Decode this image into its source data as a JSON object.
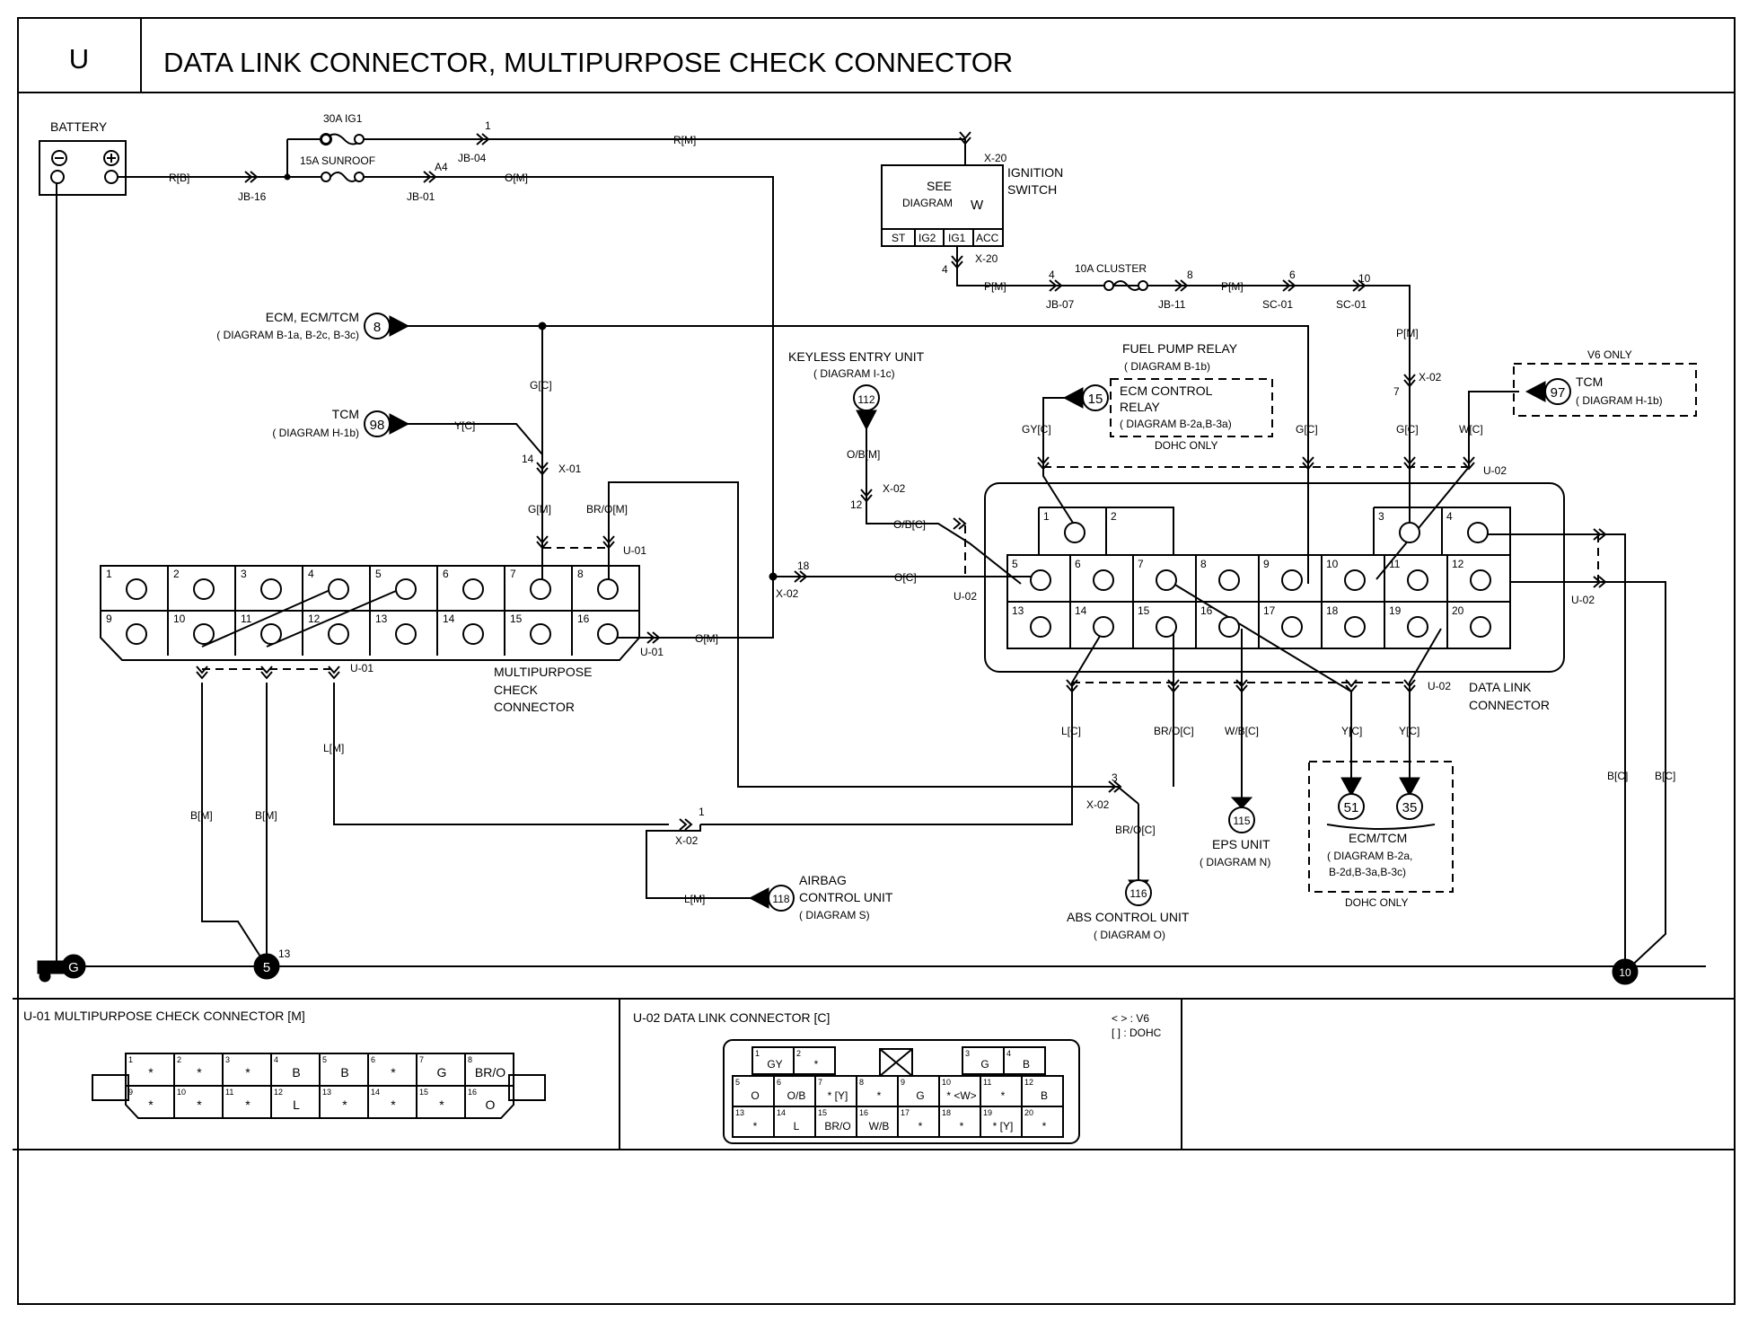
{
  "header": {
    "section": "U",
    "title": "DATA LINK CONNECTOR, MULTIPURPOSE CHECK CONNECTOR"
  },
  "battery": "BATTERY",
  "fuses": {
    "ig1": "30A IG1",
    "sunroof": "15A SUNROOF",
    "cluster": "10A CLUSTER"
  },
  "junctions": {
    "jb16": "JB-16",
    "jb04": "JB-04",
    "jb01": "JB-01",
    "jb07": "JB-07",
    "jb11": "JB-11",
    "sc01a": "SC-01",
    "sc01b": "SC-01",
    "x20a": "X-20",
    "x20b": "X-20"
  },
  "pins": {
    "p1": "1",
    "a4": "A4",
    "p4a": "4",
    "p4b": "4",
    "p8": "8",
    "p6": "6",
    "p10": "10",
    "p14": "14",
    "p18": "18",
    "p12": "12",
    "p7": "7",
    "p3": "3",
    "p1b": "1",
    "p13": "13"
  },
  "ignition": {
    "see": "SEE",
    "diagram": "DIAGRAM",
    "w": "W",
    "label1": "IGNITION",
    "label2": "SWITCH",
    "st": "ST",
    "ig2": "IG2",
    "ig1": "IG1",
    "acc": "ACC"
  },
  "wires": {
    "rb": "R[B]",
    "rm": "R[M]",
    "om": "O[M]",
    "pm1": "P[M]",
    "pm2": "P[M]",
    "pm3": "P[M]",
    "gc1": "G[C]",
    "yc1": "Y[C]",
    "gm": "G[M]",
    "brom": "BR/O[M]",
    "om2": "O[M]",
    "oc": "O[C]",
    "obm": "O/B[M]",
    "obc": "O/B[C]",
    "gyc": "GY[C]",
    "gc2": "G[C]",
    "gc3": "G[C]",
    "wc": "W[C]",
    "lm1": "L[M]",
    "bm1": "B[M]",
    "bm2": "B[M]",
    "lc": "L[C]",
    "broc1": "BR/O[C]",
    "wbc": "W/B[C]",
    "yc2": "Y[C]",
    "yc3": "Y[C]",
    "bc1": "B[C]",
    "bc2": "B[C]",
    "broc2": "BR/O[C]",
    "lm2": "L[M]"
  },
  "connectors": {
    "x01": "X-01",
    "x02a": "X-02",
    "x02b": "X-02",
    "x02c": "X-02",
    "x02d": "X-02",
    "x02e": "X-02",
    "u01a": "U-01",
    "u01b": "U-01",
    "u01c": "U-01",
    "u02a": "U-02",
    "u02b": "U-02",
    "u02c": "U-02",
    "u02d": "U-02"
  },
  "refs": {
    "ecm": {
      "num": "8",
      "l1": "ECM, ECM/TCM",
      "l2": "( DIAGRAM  B-1a,  B-2c,  B-3c)"
    },
    "tcm98": {
      "num": "98",
      "l1": "TCM",
      "l2": "( DIAGRAM  H-1b)"
    },
    "keyless": {
      "num": "112",
      "l1": "KEYLESS ENTRY UNIT",
      "l2": "( DIAGRAM  I-1c)"
    },
    "fuelpump": {
      "num": "15",
      "l1": "FUEL PUMP RELAY",
      "l2": "( DIAGRAM  B-1b)",
      "l3": "ECM CONTROL",
      "l4": "RELAY",
      "l5": "( DIAGRAM  B-2a,B-3a)",
      "l6": "DOHC ONLY"
    },
    "tcm97": {
      "num": "97",
      "l0": "V6 ONLY",
      "l1": "TCM",
      "l2": "( DIAGRAM  H-1b)"
    },
    "ecmtcm": {
      "num1": "51",
      "num2": "35",
      "l1": "ECM/TCM",
      "l2": "( DIAGRAM  B-2a,",
      "l3": "B-2d,B-3a,B-3c)",
      "l4": "DOHC ONLY"
    },
    "eps": {
      "num": "115",
      "l1": "EPS UNIT",
      "l2": "( DIAGRAM  N)"
    },
    "abs": {
      "num": "116",
      "l1": "ABS CONTROL UNIT",
      "l2": "( DIAGRAM  O)"
    },
    "airbag": {
      "num": "118",
      "l1": "AIRBAG",
      "l2": "CONTROL UNIT",
      "l3": "( DIAGRAM  S)"
    }
  },
  "grounds": {
    "g6": "G",
    "g5": "5",
    "g10": "10"
  },
  "mpcc": {
    "l1": "MULTIPURPOSE",
    "l2": "CHECK",
    "l3": "CONNECTOR",
    "pins": [
      "1",
      "2",
      "3",
      "4",
      "5",
      "6",
      "7",
      "8",
      "9",
      "10",
      "11",
      "12",
      "13",
      "14",
      "15",
      "16"
    ]
  },
  "dlc": {
    "l1": "DATA LINK",
    "l2": "CONNECTOR",
    "pins": [
      "1",
      "2",
      "3",
      "4",
      "5",
      "6",
      "7",
      "8",
      "9",
      "10",
      "11",
      "12",
      "13",
      "14",
      "15",
      "16",
      "17",
      "18",
      "19",
      "20"
    ]
  },
  "tables": {
    "u01": {
      "title": "U-01 MULTIPURPOSE CHECK CONNECTOR [M]",
      "row1": [
        [
          "1",
          "*"
        ],
        [
          "2",
          "*"
        ],
        [
          "3",
          "*"
        ],
        [
          "4",
          "B"
        ],
        [
          "5",
          "B"
        ],
        [
          "6",
          "*"
        ],
        [
          "7",
          "G"
        ],
        [
          "8",
          "BR/O"
        ]
      ],
      "row2": [
        [
          "9",
          "*"
        ],
        [
          "10",
          "*"
        ],
        [
          "11",
          "*"
        ],
        [
          "12",
          "L"
        ],
        [
          "13",
          "*"
        ],
        [
          "14",
          "*"
        ],
        [
          "15",
          "*"
        ],
        [
          "16",
          "O"
        ]
      ]
    },
    "u02": {
      "title": "U-02 DATA LINK CONNECTOR [C]",
      "legend1": "< > : V6",
      "legend2": "[   ] : DOHC",
      "top": [
        [
          "1",
          "GY"
        ],
        [
          "2",
          "*"
        ],
        [
          "3",
          "G"
        ],
        [
          "4",
          "B"
        ]
      ],
      "mid": [
        [
          "5",
          "O"
        ],
        [
          "6",
          "O/B"
        ],
        [
          "7",
          "* [Y]"
        ],
        [
          "8",
          "*"
        ],
        [
          "9",
          "G"
        ],
        [
          "10",
          "* <W>"
        ],
        [
          "11",
          "*"
        ],
        [
          "12",
          "B"
        ]
      ],
      "bot": [
        [
          "13",
          "*"
        ],
        [
          "14",
          "L"
        ],
        [
          "15",
          "BR/O"
        ],
        [
          "16",
          "W/B"
        ],
        [
          "17",
          "*"
        ],
        [
          "18",
          "*"
        ],
        [
          "19",
          "* [Y]"
        ],
        [
          "20",
          "*"
        ]
      ]
    }
  }
}
